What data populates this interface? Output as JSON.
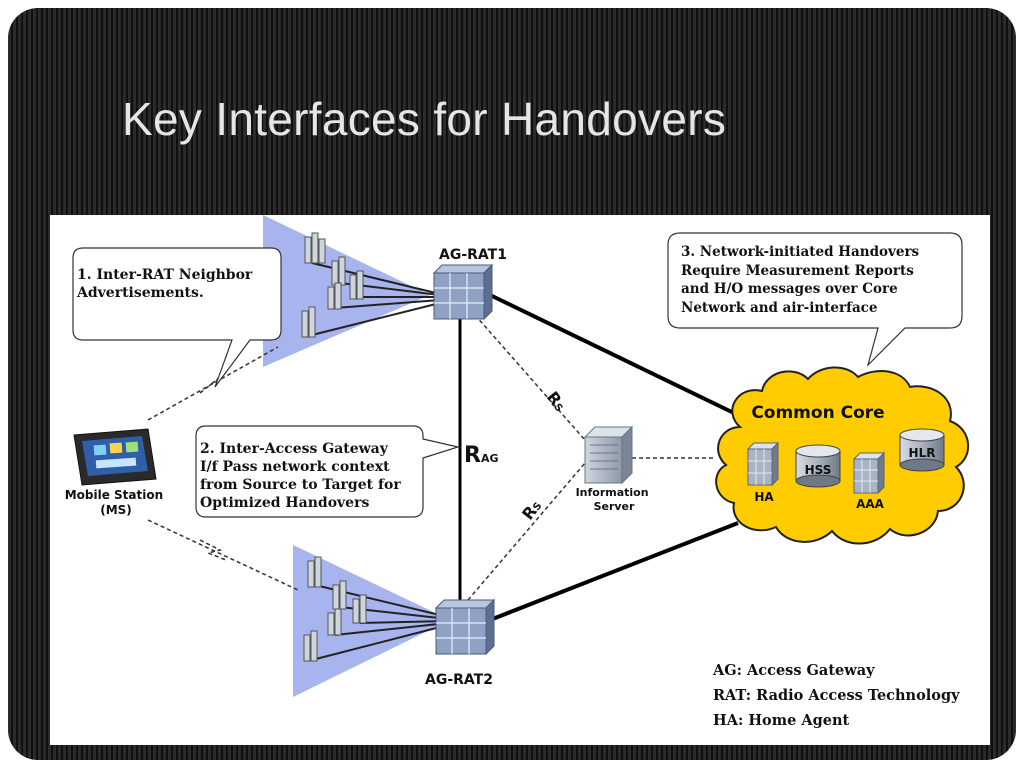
{
  "slide": {
    "title": "Key Interfaces for Handovers"
  },
  "diagram": {
    "nodes": {
      "ag_rat1": "AG-RAT1",
      "ag_rat2": "AG-RAT2",
      "mobile_station": [
        "Mobile Station",
        "(MS)"
      ],
      "information_server": [
        "Information",
        "Server"
      ],
      "common_core": "Common Core",
      "ha": "HA",
      "hss": "HSS",
      "aaa": "AAA",
      "hlr": "HLR"
    },
    "interfaces": {
      "r_ag": {
        "main": "R",
        "sub": "AG"
      },
      "rs_upper": {
        "main": "R",
        "sub": "S"
      },
      "rs_lower": {
        "main": "R",
        "sub": "S"
      }
    },
    "callouts": {
      "neighbor_adv": [
        "1. Inter-RAT Neighbor",
        "Advertisements."
      ],
      "inter_gateway": [
        "2. Inter-Access Gateway",
        "I/f Pass network context",
        "from Source to Target for",
        "Optimized Handovers"
      ],
      "network_initiated": [
        "3. Network-initiated Handovers",
        "Require Measurement Reports",
        "and H/O messages over Core",
        "Network and air-interface"
      ]
    },
    "legend": [
      "AG: Access Gateway",
      "RAT: Radio Access Technology",
      "HA: Home Agent"
    ],
    "colors": {
      "cell_coverage": "#a8b4ee",
      "cloud": "#ffcc00",
      "gateway": "#8fa2c4",
      "server": "#b8c2d0"
    }
  }
}
